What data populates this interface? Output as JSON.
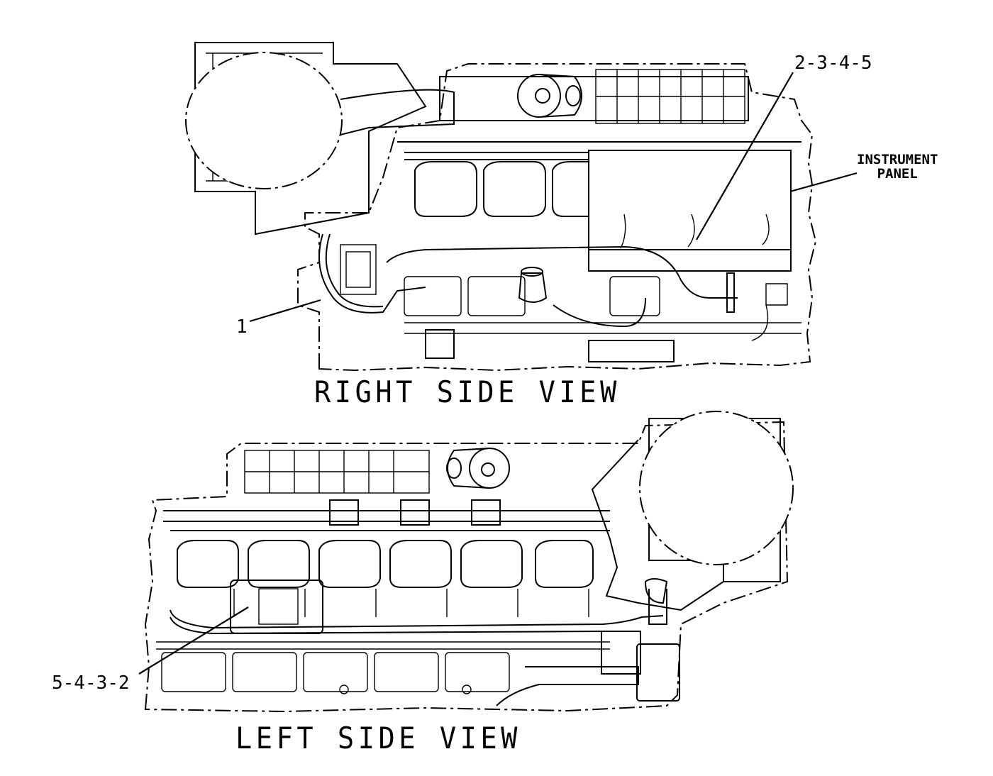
{
  "views": {
    "right": {
      "title": "RIGHT SIDE VIEW"
    },
    "left": {
      "title": "LEFT SIDE VIEW"
    }
  },
  "callouts": {
    "right_item_1": "1",
    "right_items_2_5": "2-3-4-5",
    "instrument_panel": "INSTRUMENT\nPANEL",
    "left_items_5_2": "5-4-3-2"
  }
}
